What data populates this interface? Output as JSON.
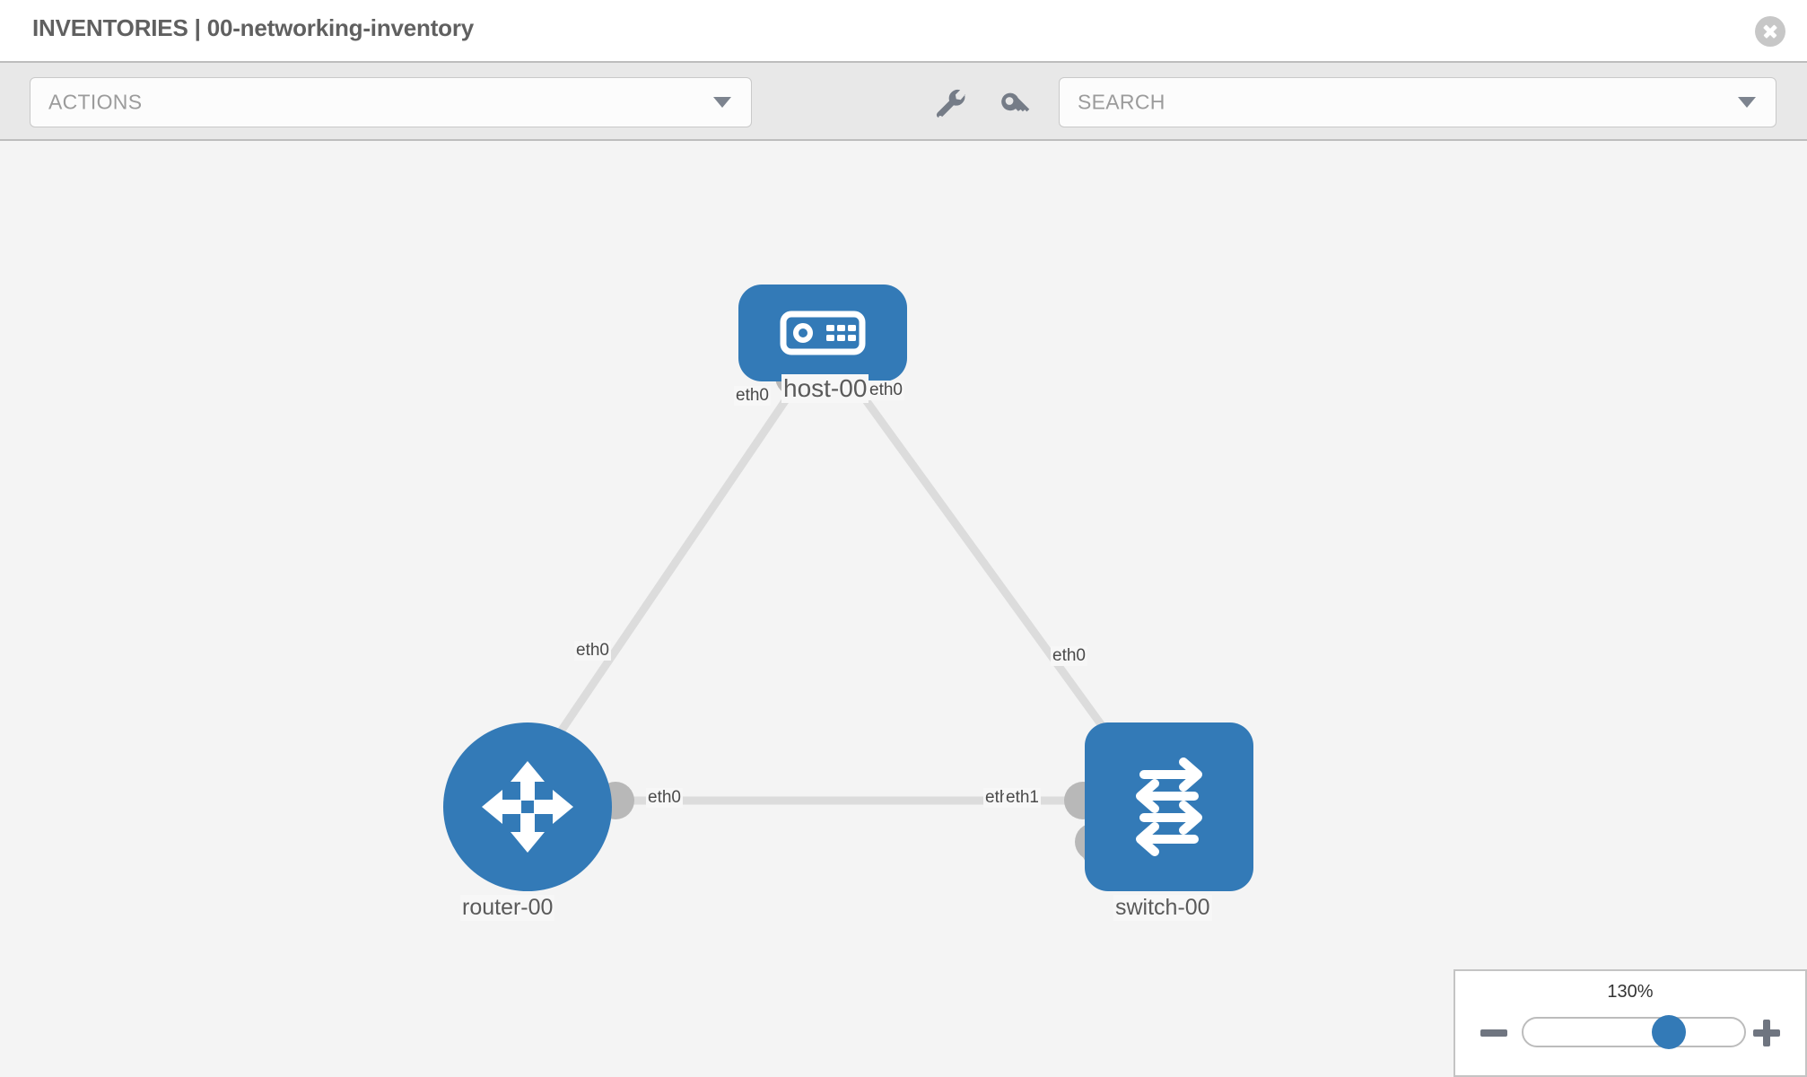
{
  "header": {
    "title": "INVENTORIES | 00-networking-inventory",
    "close_icon": "close-icon"
  },
  "toolbar": {
    "actions_label": "ACTIONS",
    "actions_caret_icon": "chevron-down-icon",
    "wrench_icon": "wrench-icon",
    "key_icon": "key-icon",
    "search_placeholder": "SEARCH",
    "search_value": "",
    "search_caret_icon": "chevron-down-icon"
  },
  "topology": {
    "nodes": [
      {
        "id": "host-00",
        "label": "host-00",
        "type": "host",
        "icon": "server-icon",
        "shape": "rounded-rect",
        "color": "#337ab7"
      },
      {
        "id": "router-00",
        "label": "router-00",
        "type": "router",
        "icon": "router-icon",
        "shape": "circle",
        "color": "#337ab7"
      },
      {
        "id": "switch-00",
        "label": "switch-00",
        "type": "switch",
        "icon": "switch-icon",
        "shape": "rounded-square",
        "color": "#337ab7"
      }
    ],
    "links": [
      {
        "from": "host-00",
        "from_port": "eth0",
        "to": "router-00",
        "to_port": "eth0"
      },
      {
        "from": "host-00",
        "from_port": "eth0",
        "to": "switch-00",
        "to_port": "eth0"
      },
      {
        "from": "router-00",
        "from_port": "eth0",
        "to": "switch-00",
        "to_port": "eth1"
      }
    ],
    "port_labels": {
      "host_left": "eth0",
      "host_right": "eth0",
      "router_up": "eth0",
      "switch_up": "eth0",
      "router_right": "eth0",
      "switch_left_a": "eth",
      "switch_left_b": "eth1"
    },
    "link_color": "#dcdcdc",
    "handle_color": "#b8b8b8"
  },
  "zoom": {
    "percent": "130%",
    "value": 130,
    "minus_label": "−",
    "plus_label": "+",
    "handle_position_pct": 66
  },
  "colors": {
    "accent": "#337ab7",
    "canvas_bg": "#f4f4f4",
    "toolbar_bg": "#e8e8e8",
    "header_bg": "#ffffff",
    "border": "#bdbdbd",
    "text": "#606060"
  }
}
